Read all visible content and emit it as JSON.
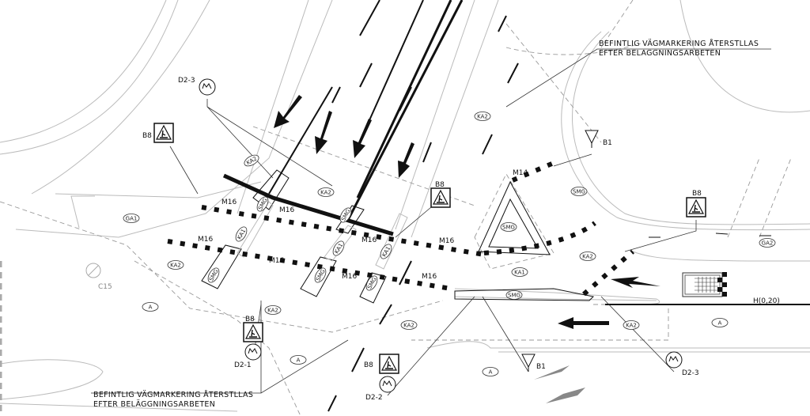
{
  "drawing": {
    "callouts": [
      {
        "line1": "BEFINTLIG VÄGMARKERING ÅTERSTLLAS",
        "line2": "EFTER BELAGGNINGSARBETEN"
      },
      {
        "line1": "BEFINTLIG VÄGMARKERING ÅTERSTLLAS",
        "line2": "EFTER BELÄGGNINGSARBETEN"
      }
    ],
    "signs": {
      "b8": "B8",
      "b1": "B1",
      "d2_1": "D2-1",
      "d2_2": "D2-2",
      "d2_3": "D2-3",
      "c15": "C15"
    },
    "markings": {
      "m16": "M16",
      "m14": "M14",
      "h": "H(0,20)"
    },
    "materials": {
      "ka2": "KA2",
      "ka1": "KA1",
      "smg": "SMG",
      "ga1": "GA1",
      "ga2": "GA2",
      "a": "A"
    },
    "colors": {
      "line": "#111111",
      "existing": "#bbbbbb"
    }
  }
}
